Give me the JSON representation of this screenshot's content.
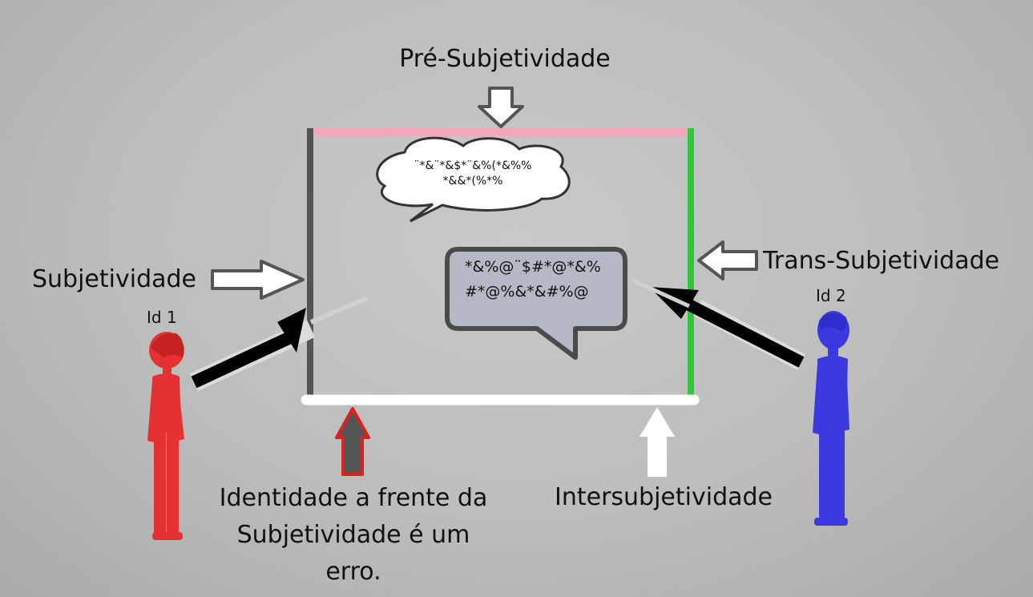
{
  "labels": {
    "pre_subjetividade": "Pré-Subjetividade",
    "subjetividade": "Subjetividade",
    "trans_subjetividade": "Trans-Subjetividade",
    "intersubjetividade": "Intersubjetividade",
    "identidade_line1": "Identidade a frente da",
    "identidade_line2": "Subjetividade é um",
    "identidade_line3": "erro."
  },
  "figures": {
    "id1": "Id 1",
    "id2": "Id 2"
  },
  "bubbles": {
    "cloud_line1": "¨*&¨*&$*¨&%(*&%%",
    "cloud_line2": "*&&*(%*%",
    "speech_line1": "*&%@¨$#*@*&%",
    "speech_line2": "#*@%&*&#%@"
  },
  "colors": {
    "left_wall": "#555555",
    "top_edge": "#f4a6bb",
    "right_wall": "#2fc63a",
    "floor": "#ffffff",
    "person_1": "#e43232",
    "person_2": "#3a3ae0"
  }
}
